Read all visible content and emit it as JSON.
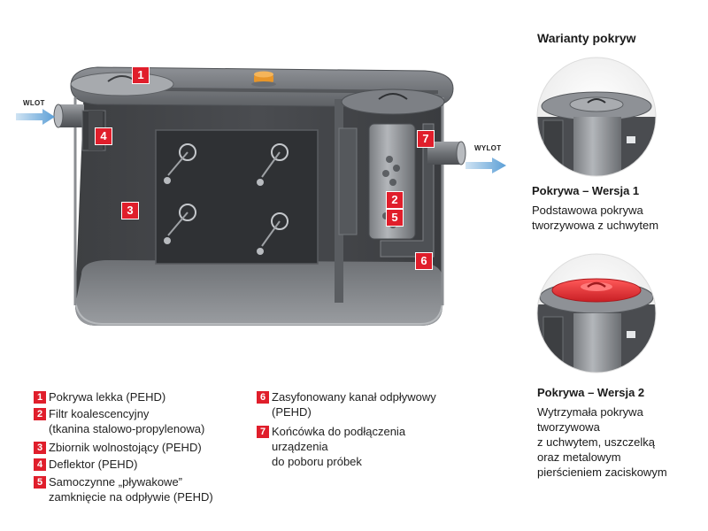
{
  "variants_title": "Warianty pokryw",
  "flow": {
    "inlet": "WLOT",
    "outlet": "WYLOT"
  },
  "markers": [
    "1",
    "2",
    "3",
    "4",
    "5",
    "6",
    "7"
  ],
  "legend_left": [
    {
      "num": "1",
      "lines": [
        "Pokrywa lekka (PEHD)"
      ]
    },
    {
      "num": "2",
      "lines": [
        "Filtr koalescencyjny",
        "(tkanina stalowo-propylenowa)"
      ]
    },
    {
      "num": "3",
      "lines": [
        "Zbiornik wolnostojący (PEHD)"
      ]
    },
    {
      "num": "4",
      "lines": [
        "Deflektor (PEHD)"
      ]
    },
    {
      "num": "5",
      "lines": [
        "Samoczynne „pływakowe”",
        "zamknięcie na odpływie (PEHD)"
      ]
    }
  ],
  "legend_right": [
    {
      "num": "6",
      "lines": [
        "Zasyfonowany kanał odpływowy",
        "(PEHD)"
      ]
    },
    {
      "num": "7",
      "lines": [
        "Końcówka do podłączenia",
        "urządzenia",
        "do poboru próbek"
      ]
    }
  ],
  "variant1": {
    "title": "Pokrywa – Wersja 1",
    "lines": [
      "Podstawowa pokrywa",
      "tworzywowa z uchwytem"
    ]
  },
  "variant2": {
    "title": "Pokrywa – Wersja 2",
    "lines": [
      "Wytrzymała pokrywa",
      "tworzywowa",
      "z uchwytem, uszczelką",
      "oraz metalowym",
      "pierścieniem zaciskowym"
    ]
  },
  "colors": {
    "badge": "#e01e2b",
    "lid_red": "#e83a3a",
    "cap_orange": "#e8962a"
  }
}
